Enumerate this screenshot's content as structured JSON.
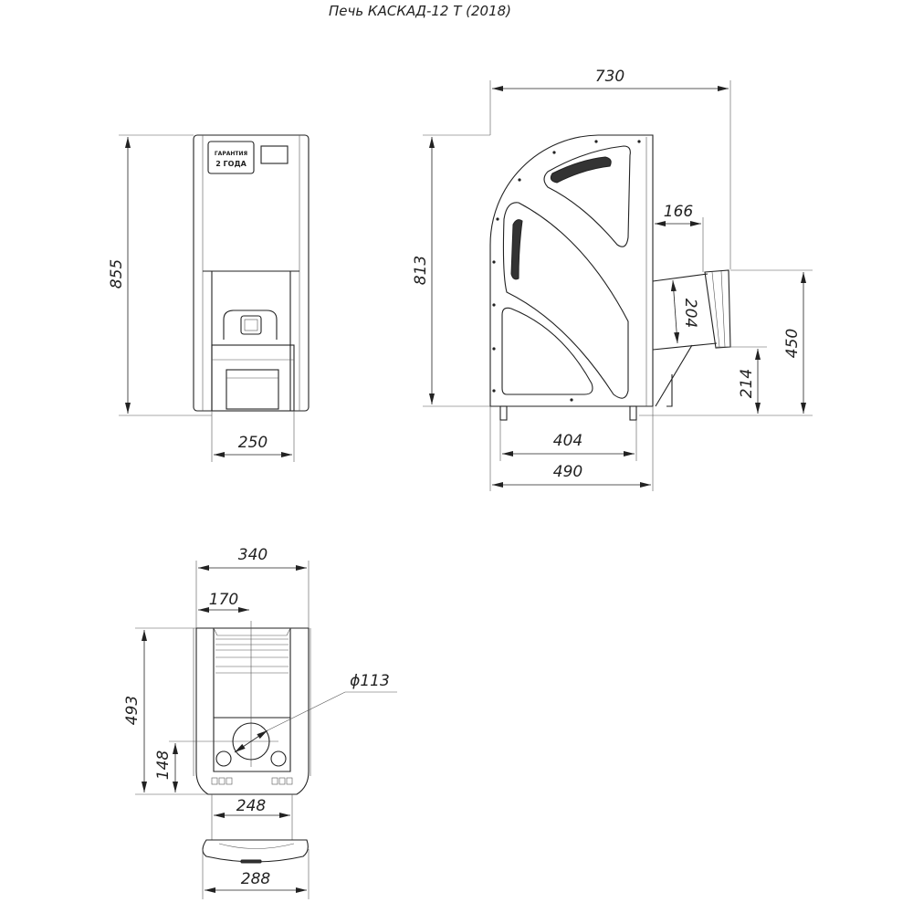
{
  "title": "Печь КАСКАД-12 Т (2018)",
  "front_view": {
    "badge": {
      "line1": "ГАРАНТИЯ",
      "line2": "2 ГОДА"
    },
    "dims": {
      "height": "855",
      "width": "250"
    }
  },
  "side_view": {
    "dims": {
      "total_depth": "730",
      "height": "813",
      "pipe_offset": "166",
      "pipe_diameter": "204",
      "pipe_height": "450",
      "bracket_height": "214",
      "legs_span": "404",
      "depth": "490"
    }
  },
  "top_view": {
    "dims": {
      "width": "340",
      "half_width": "170",
      "depth": "493",
      "flue_offset": "148",
      "flue_diameter": "ϕ113",
      "door_width": "248",
      "ashbox_width": "288"
    }
  }
}
